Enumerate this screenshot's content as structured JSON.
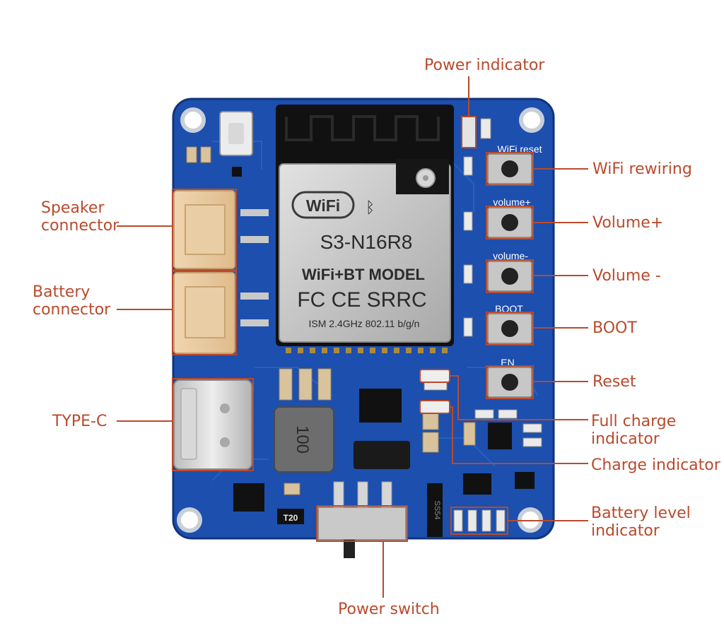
{
  "colors": {
    "accent": "#b94a2c",
    "board": "#1c4fae",
    "board_edge": "#12347a"
  },
  "board": {
    "module_model": "S3-N16R8",
    "module_wifi_logo": "WiFi",
    "module_bt_line": "WiFi+BT MODEL",
    "module_cert_line": "FC CE SRRC",
    "module_freq_line": "ISM 2.4GHz 802.11 b/g/n",
    "silk_wifi_reset": "WiFi reset",
    "silk_volume_plus": "volume+",
    "silk_volume_minus": "volume-",
    "silk_boot": "BOOT",
    "silk_en": "EN",
    "inductor_marking": "100",
    "chip_marking": "T20",
    "diode_marking": "SS54"
  },
  "labels": {
    "power_indicator": "Power indicator",
    "wifi_rewiring": "WiFi rewiring",
    "volume_plus": "Volume+",
    "volume_minus": "Volume -",
    "boot": "BOOT",
    "reset": "Reset",
    "full_charge_line1": "Full charge",
    "full_charge_line2": "indicator",
    "charge_indicator": "Charge indicator",
    "battery_level_line1": "Battery level",
    "battery_level_line2": "indicator",
    "speaker_line1": "Speaker",
    "speaker_line2": "connector",
    "battery_line1": "Battery",
    "battery_line2": "connector",
    "type_c": "TYPE-C",
    "power_switch": "Power switch"
  }
}
